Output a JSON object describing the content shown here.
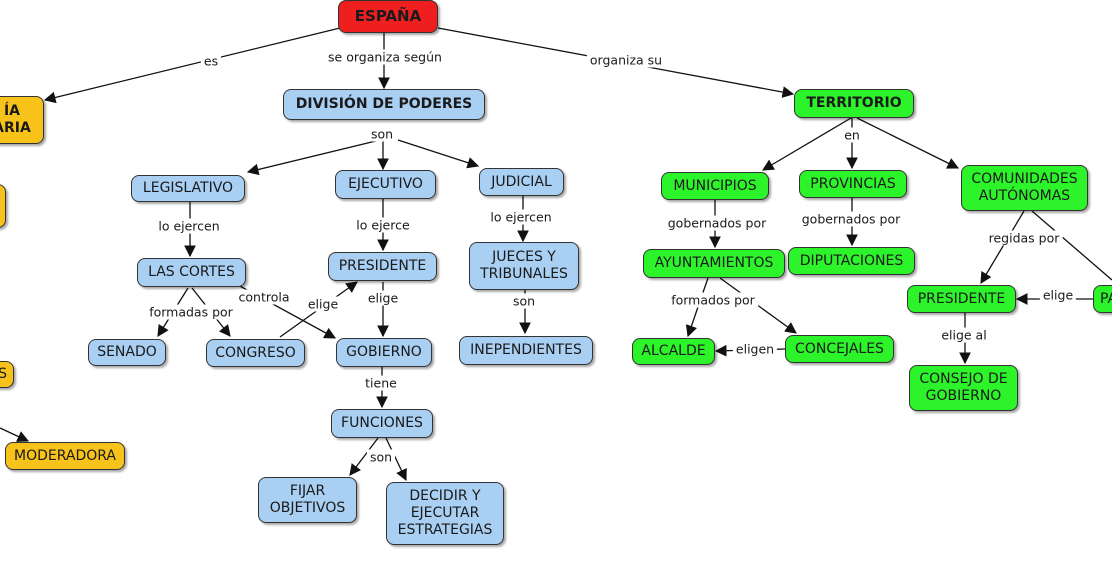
{
  "nodes": {
    "espana": "ESPAÑA",
    "division": "DIVISIÓN DE PODERES",
    "territorio": "TERRITORIO",
    "monarquia": "ÍA\nARIA",
    "legislativo": "LEGISLATIVO",
    "ejecutivo": "EJECUTIVO",
    "judicial": "JUDICIAL",
    "las_cortes": "LAS CORTES",
    "presidente": "PRESIDENTE",
    "jueces": "JUECES Y\nTRIBUNALES",
    "senado": "SENADO",
    "congreso": "CONGRESO",
    "gobierno": "GOBIERNO",
    "inepend": "INEPENDIENTES",
    "funciones": "FUNCIONES",
    "fijar": "FIJAR\nOBJETIVOS",
    "decidir": "DECIDIR Y\nEJECUTAR\nESTRATEGIAS",
    "municipios": "MUNICIPIOS",
    "provincias": "PROVINCIAS",
    "comunidades": "COMUNIDADES\nAUTÓNOMAS",
    "ayuntamientos": "AYUNTAMIENTOS",
    "diputaciones": "DIPUTACIONES",
    "alcalde": "ALCALDE",
    "concejales": "CONCEJALES",
    "presidente_ca": "PRESIDENTE",
    "pa": "PA",
    "consejo": "CONSEJO DE\nGOBIERNO",
    "partial_s": "S",
    "moderadora": "MODERADORA"
  },
  "links": {
    "es": "es",
    "organiza_segun": "se organiza según",
    "organiza_su": "organiza su",
    "son1": "son",
    "lo_ejercen1": "lo ejercen",
    "lo_ejerce": "lo ejerce",
    "lo_ejercen2": "lo ejercen",
    "formadas_por": "formadas por",
    "controla": "controla",
    "elige1": "elige",
    "elige2": "elige",
    "son2": "son",
    "tiene": "tiene",
    "son3": "son",
    "en": "en",
    "gobernados_por1": "gobernados por",
    "gobernados_por2": "gobernados por",
    "regidas_por": "regidas por",
    "formados_por": "formados por",
    "eligen": "eligen",
    "elige3": "elige",
    "elige_al": "elige al"
  },
  "colors": {
    "blue": "#a9cff3",
    "green": "#2cf32a",
    "orange": "#f7c31b",
    "red": "#ef1f1f"
  }
}
